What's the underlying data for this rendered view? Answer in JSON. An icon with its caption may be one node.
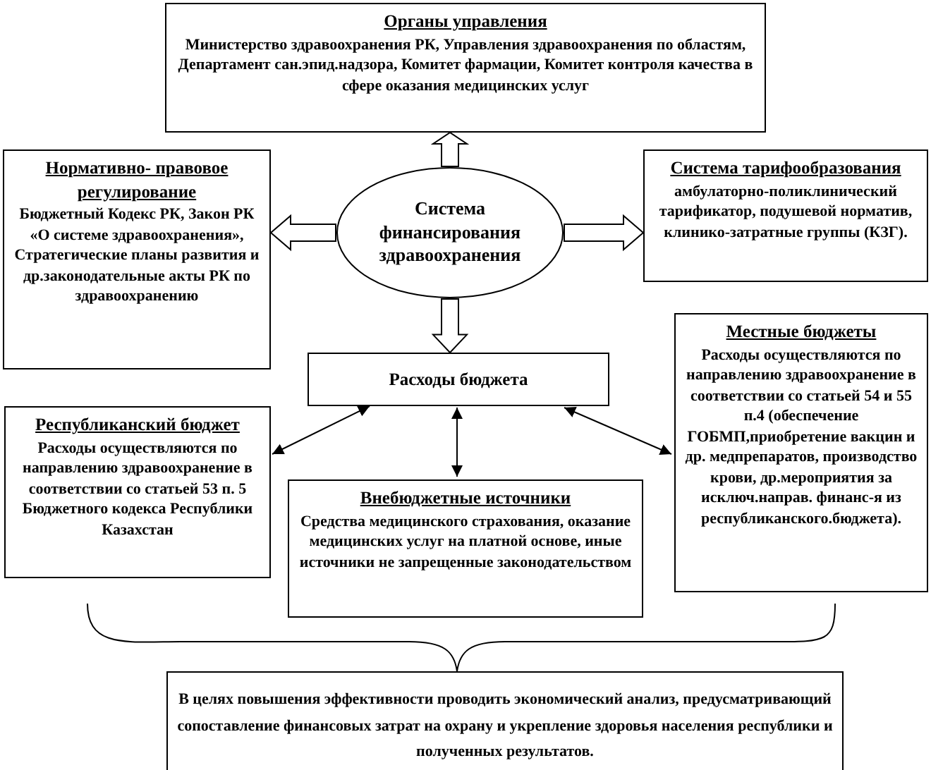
{
  "diagram": {
    "nodes": [
      {
        "text": [
          "Органы управления",
          "Министерство здравоохранения РК, Управления здравоохранения по областям, Департамент сан.эпид.надзора, Комитет фармации, Комитет контроля качества в сфере оказания медицинских услуг"
        ]
      },
      {
        "text": [
          "Нормативно- правовое регулирование",
          "Бюджетный Кодекс РК, Закон РК «О системе здравоохранения», Стратегические планы развития и др.законодательные акты РК по здравоохранению"
        ]
      },
      {
        "text": [
          "Система финансирования здравоохранения"
        ]
      },
      {
        "text": [
          "Система тарифообразования",
          "амбулаторно-поликлинический тарификатор, подушевой норматив, клинико-затратные группы (КЗГ)."
        ]
      },
      {
        "text": [
          "Расходы бюджета"
        ]
      },
      {
        "text": [
          "Местные бюджеты",
          "Расходы осуществляются по направлению здравоохранение в соответствии со статьей 54 и 55 п.4 (обеспечение ГОБМП,приобретение вакцин и др. медпрепаратов, производство крови, др.мероприятия за исключ.направ. финанс-я из республиканского.бюджета)."
        ]
      },
      {
        "text": [
          "Республиканский бюджет",
          "Расходы осуществляются по направлению здравоохранение в соответствии со статьей 53 п. 5 Бюджетного кодекса Республики Казахстан"
        ]
      },
      {
        "text": [
          "Внебюджетные источники",
          "Средства медицинского страхования, оказание медицинских услуг на платной основе, иные источники не запрещенные законодательством"
        ]
      },
      {
        "text": [
          "В целях повышения эффективности проводить экономический анализ, предусматривающий сопоставление финансовых затрат на охрану и укрепление здоровья населения республики и полученных результатов."
        ]
      }
    ],
    "edges": [
      {
        "from": 2,
        "to": 0,
        "arrow": "to",
        "style": "thick"
      },
      {
        "from": 2,
        "to": 1,
        "arrow": "to",
        "style": "thick"
      },
      {
        "from": 2,
        "to": 3,
        "arrow": "to",
        "style": "thick"
      },
      {
        "from": 2,
        "to": 4,
        "arrow": "to",
        "style": "thick"
      },
      {
        "from": 4,
        "to": 6,
        "arrow": "both"
      },
      {
        "from": 4,
        "to": 7,
        "arrow": "both"
      },
      {
        "from": 4,
        "to": 5,
        "arrow": "both"
      }
    ]
  }
}
